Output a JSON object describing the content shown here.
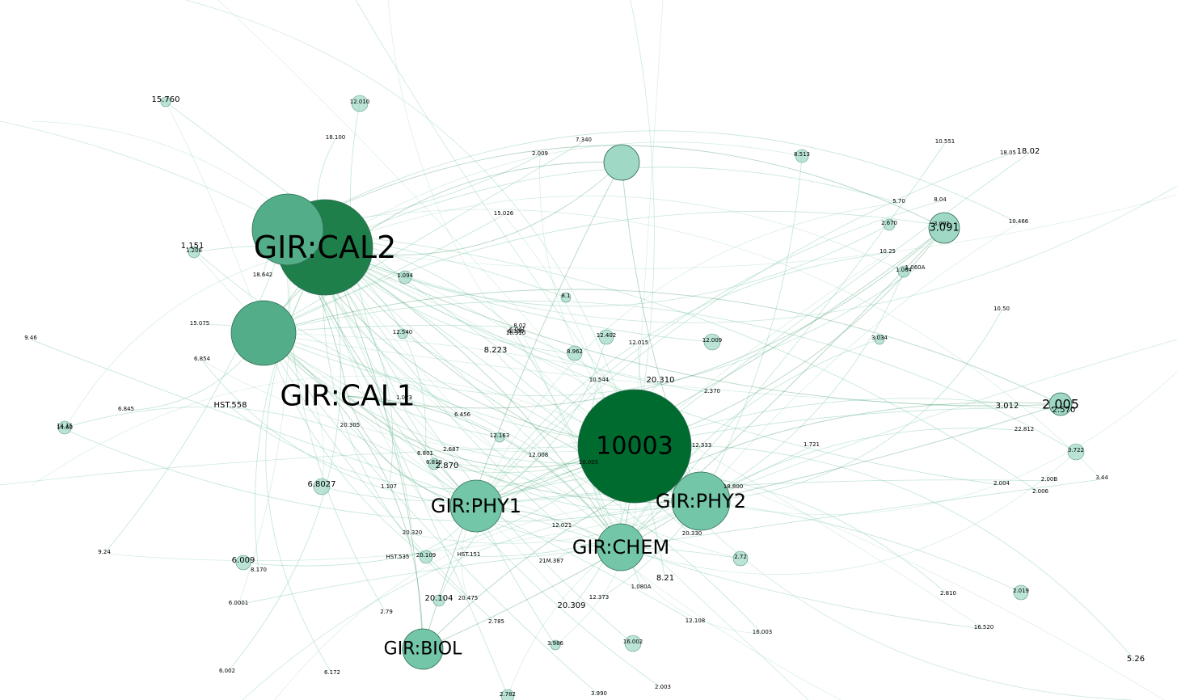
{
  "palette": {
    "edge": "#8fcfb5",
    "edge_dark": "#2e8b57",
    "node_darkest": "#006b2e",
    "node_dark": "#1e7f4a",
    "node_mid": "#52ad88",
    "node_light": "#73c6a8",
    "node_pale": "#9fd8c5"
  },
  "major_nodes": [
    {
      "id": "10003",
      "label": "10003",
      "tone": "node_darkest"
    },
    {
      "id": "GIR_CAL2",
      "label": "GIR:CAL2",
      "tone": "node_dark"
    },
    {
      "id": "n_upper_left",
      "label": "",
      "tone": "node_mid"
    },
    {
      "id": "n_left_mid",
      "label": "",
      "tone": "node_mid"
    },
    {
      "id": "GIR_PHY1",
      "label": "GIR:PHY1",
      "tone": "node_light"
    },
    {
      "id": "GIR_PHY2",
      "label": "GIR:PHY2",
      "tone": "node_light"
    },
    {
      "id": "GIR_CHEM",
      "label": "GIR:CHEM",
      "tone": "node_light"
    },
    {
      "id": "GIR_BIOL",
      "label": "GIR:BIOL",
      "tone": "node_light"
    },
    {
      "id": "GIR_CAL1",
      "label": "GIR:CAL1",
      "tone": "node_mid"
    },
    {
      "id": "n_top_center",
      "label": "",
      "tone": "node_pale"
    },
    {
      "id": "n_3091",
      "label": "3.091",
      "tone": "node_pale"
    },
    {
      "id": "n_2005",
      "label": "2.005",
      "tone": "node_pale"
    }
  ],
  "minor_labels": [
    "15.760",
    "18.100",
    "6.041",
    "8.02",
    "12.010",
    "6.336",
    "18.310",
    "8.223",
    "8.962",
    "2.009",
    "7.340",
    "8.04",
    "8.513",
    "10.551",
    "18.02",
    "5.70",
    "2.670",
    "1.060A",
    "10.25",
    "10.50",
    "3.034",
    "3.012",
    "2.004",
    "2.006",
    "3.722",
    "2.00B",
    "22.812",
    "6.0001",
    "6.009",
    "8.170",
    "9.24",
    "6.845",
    "14.15",
    "14.60",
    "9.46",
    "1.151",
    "1.208",
    "18.642",
    "15.075",
    "6.854",
    "12.540",
    "10.544",
    "20.310",
    "2.370",
    "12.009",
    "12.333",
    "18.800",
    "1.721",
    "2.72",
    "8.21",
    "20.330",
    "20.320",
    "20.109",
    "HST.535",
    "HST.151",
    "21M.387",
    "20.104",
    "20.475",
    "2.79",
    "2.785",
    "3.986",
    "12.373",
    "1.080A",
    "20.309",
    "16.002",
    "2.003",
    "16.003",
    "2.810",
    "2.019",
    "16.520",
    "5.26",
    "6.172",
    "2.782",
    "3.990",
    "12.108",
    "2.687",
    "6.819",
    "2.870",
    "6.801",
    "6.456",
    "12.163",
    "12.008",
    "10.005",
    "1.023",
    "6.8027",
    "6.002",
    "1.107",
    "15.026",
    "12.402",
    "12.015",
    "3.44",
    "2.570",
    "1.094",
    "10.466",
    "3.091",
    "18.05",
    "1.084",
    "20.305",
    "HST.558",
    "12.021",
    "8.1"
  ]
}
